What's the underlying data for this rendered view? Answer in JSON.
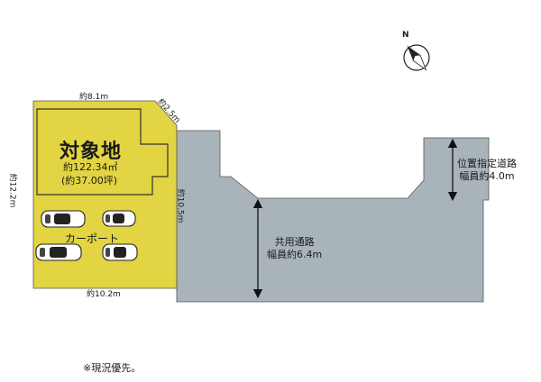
{
  "subject": {
    "title": "対象地",
    "area_sqm": "約122.34㎡",
    "area_tsubo": "(約37.00坪)",
    "fill": "#e2d442",
    "parking_label": "カーポート"
  },
  "dimensions": {
    "top": "約8.1m",
    "corner": "約2.5m",
    "left": "約12.2m",
    "bottom": "約10.2m",
    "frontage": "約10.5m"
  },
  "roads": {
    "fill": "#a8b4ba",
    "shared": {
      "name": "共用通路",
      "width": "幅員約6.4m"
    },
    "designated": {
      "name": "位置指定道路",
      "width": "幅員約4.0m"
    }
  },
  "compass": {
    "north_label": "N"
  },
  "note": "※現況優先。"
}
